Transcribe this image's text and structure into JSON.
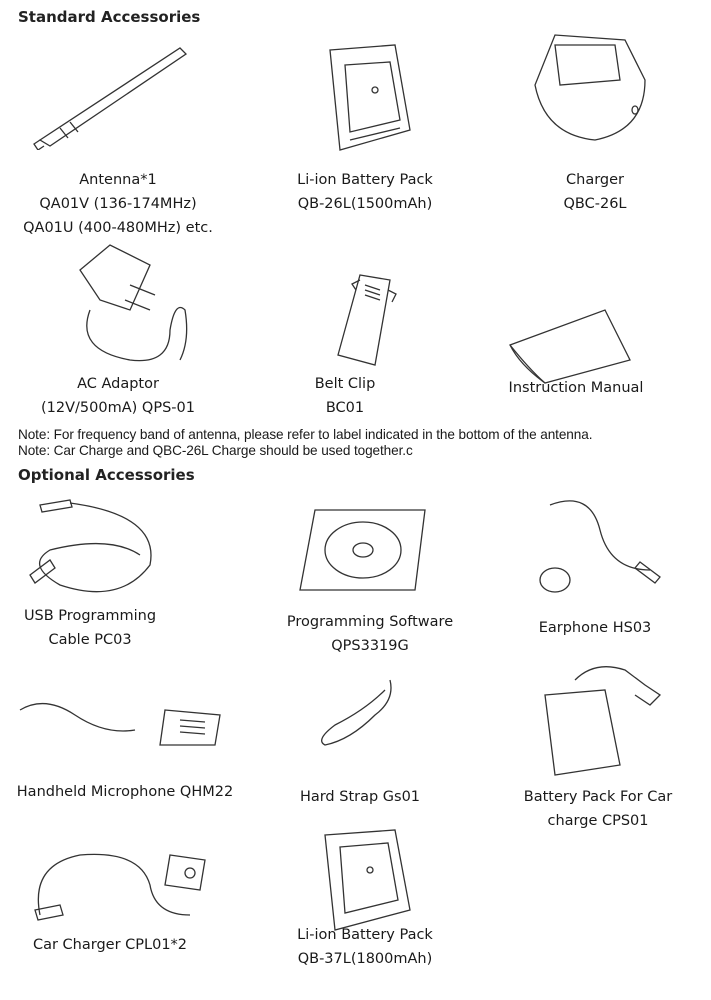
{
  "standard": {
    "heading": "Standard Accessories",
    "items": [
      {
        "lines": [
          "Antenna*1",
          "QA01V (136-174MHz)",
          "QA01U (400-480MHz) etc."
        ]
      },
      {
        "lines": [
          "Li-ion Battery Pack",
          "QB-26L(1500mAh)"
        ]
      },
      {
        "lines": [
          "Charger",
          "QBC-26L"
        ]
      },
      {
        "lines": [
          "AC Adaptor",
          "(12V/500mA) QPS-01"
        ]
      },
      {
        "lines": [
          "Belt Clip",
          "BC01"
        ]
      },
      {
        "lines": [
          "Instruction Manual"
        ]
      }
    ]
  },
  "notes": [
    "Note: For frequency band of antenna, please refer to label indicated in the bottom of the antenna.",
    "Note: Car Charge and QBC-26L Charge should be used together.c"
  ],
  "optional": {
    "heading": "Optional Accessories",
    "items": [
      {
        "lines": [
          "USB Programming",
          "Cable PC03"
        ]
      },
      {
        "lines": [
          "Programming Software",
          "QPS3319G"
        ]
      },
      {
        "lines": [
          "Earphone HS03"
        ]
      },
      {
        "lines": [
          "Handheld Microphone QHM22"
        ]
      },
      {
        "lines": [
          "Hard Strap Gs01"
        ]
      },
      {
        "lines": [
          "Battery Pack For Car",
          "charge CPS01"
        ]
      },
      {
        "lines": [
          "Car Charger CPL01*2"
        ]
      },
      {
        "lines": [
          "Li-ion Battery Pack",
          "QB-37L(1800mAh)"
        ]
      }
    ]
  }
}
